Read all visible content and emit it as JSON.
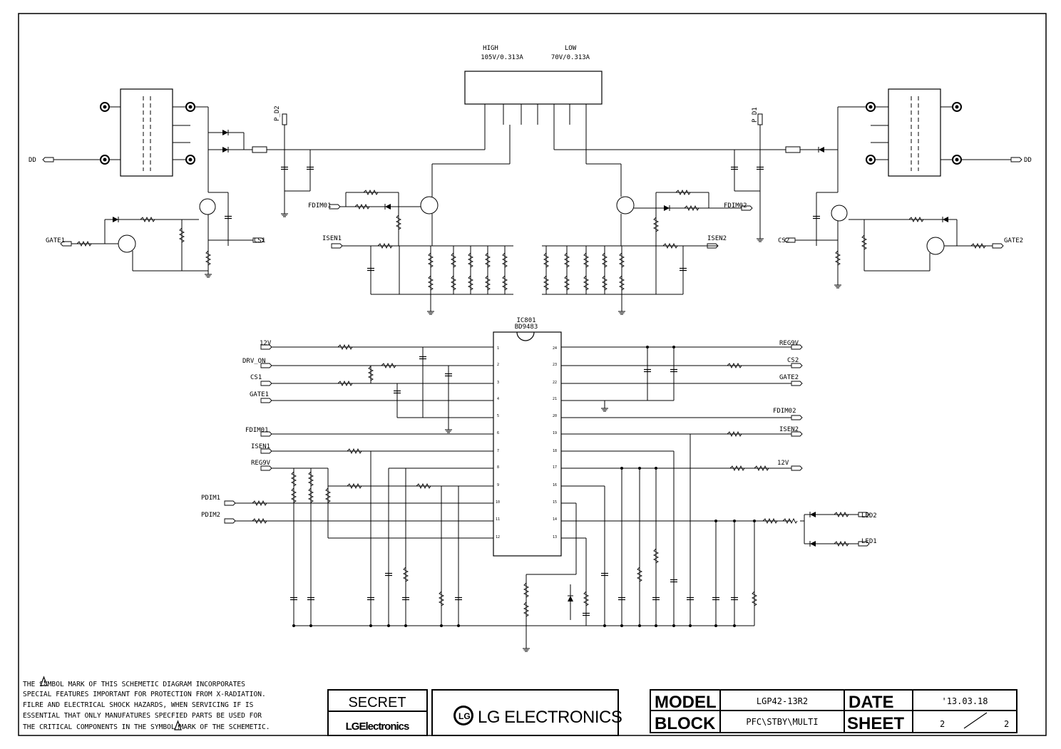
{
  "trafo": {
    "high": "HIGH",
    "low": "LOW",
    "high_rating": "105V/0.313A",
    "low_rating": "70V/0.313A",
    "left_hv": "DD",
    "right_hv": "DD"
  },
  "nets": {
    "gate1_l": "GATE1",
    "cs1_l": "CS1",
    "fdim01_l": "FDIM01",
    "isen1_l": "ISEN1",
    "fdim02_r": "FDIM02",
    "isen2_r": "ISEN2",
    "cs2_r": "CS2",
    "gate2_r": "GATE2"
  },
  "ic": {
    "ref": "IC801",
    "part": "BD9483",
    "left_ports": [
      "12V",
      "DRV_ON",
      "CS1",
      "GATE1",
      "FDIM01",
      "ISEN1",
      "REG9V",
      "PDIM1",
      "PDIM2"
    ],
    "right_ports": [
      "REG9V",
      "CS2",
      "GATE2",
      "FDIM02",
      "ISEN2",
      "12V",
      "LED2",
      "LED1"
    ]
  },
  "notice": [
    "THE      SYMBOL MARK OF THIS SCHEMETIC DIAGRAM INCORPORATES",
    "SPECIAL FEATURES IMPORTANT FOR PROTECTION FROM X-RADIATION.",
    "FILRE AND ELECTRICAL SHOCK HAZARDS, WHEN SERVICING IF IS",
    "ESSENTIAL THAT ONLY MANUFATURES SPECFIED PARTS BE USED FOR",
    "THE CRITICAL COMPONENTS IN THE      SYMBOL MARK OF THE SCHEMETIC."
  ],
  "title_block": {
    "secret": "SECRET",
    "brand_small": "LGElectronics",
    "brand_logo_text": "LG ELECTRONICS",
    "model_label": "MODEL",
    "model_value": "LGP42-13R2",
    "date_label": "DATE",
    "date_value": "'13.03.18",
    "block_label": "BLOCK",
    "block_value": "PFC\\STBY\\MULTI",
    "sheet_label": "SHEET",
    "sheet_current": "2",
    "sheet_total": "2"
  }
}
